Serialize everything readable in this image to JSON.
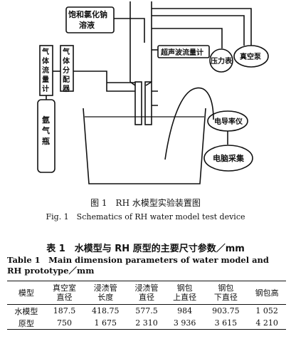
{
  "figure": {
    "labels": {
      "saturated_nacl": [
        "饱和氯化钠",
        "溶液"
      ],
      "ultrasonic_flowmeter": "超声波流量计",
      "pressure_gauge": "压力表",
      "vacuum_pump": "真空泵",
      "gas_flowmeter": [
        "气",
        "体",
        "流",
        "量",
        "计"
      ],
      "gas_distributor": [
        "气",
        "体",
        "分",
        "配",
        "器"
      ],
      "argon_cylinder": [
        "氩",
        "气",
        "瓶"
      ],
      "conductivity_meter": "电导率仪",
      "computer_acquisition": "电脑采集"
    },
    "caption_cn": "图 1　RH 水模型实验装置图",
    "caption_en": "Fig. 1　Schematics of RH water model test device"
  },
  "table": {
    "title_cn": "表 1　水模型与 RH 原型的主要尺寸参数／mm",
    "title_en_line1": "Table 1　Main dimension parameters of water model and",
    "title_en_line2": "RH prototype／mm",
    "headers": [
      [
        "模型"
      ],
      [
        "真空室",
        "直径"
      ],
      [
        "浸渍管",
        "长度"
      ],
      [
        "浸渍管",
        "直径"
      ],
      [
        "钢包",
        "上直径"
      ],
      [
        "钢包",
        "下直径"
      ],
      [
        "钢包高"
      ]
    ],
    "rows": [
      [
        "水模型",
        "187.5",
        "418.75",
        "577.5",
        "984",
        "903.75",
        "1 052"
      ],
      [
        "原型",
        "750",
        "1 675",
        "2 310",
        "3 936",
        "3 615",
        "4 210"
      ]
    ]
  }
}
